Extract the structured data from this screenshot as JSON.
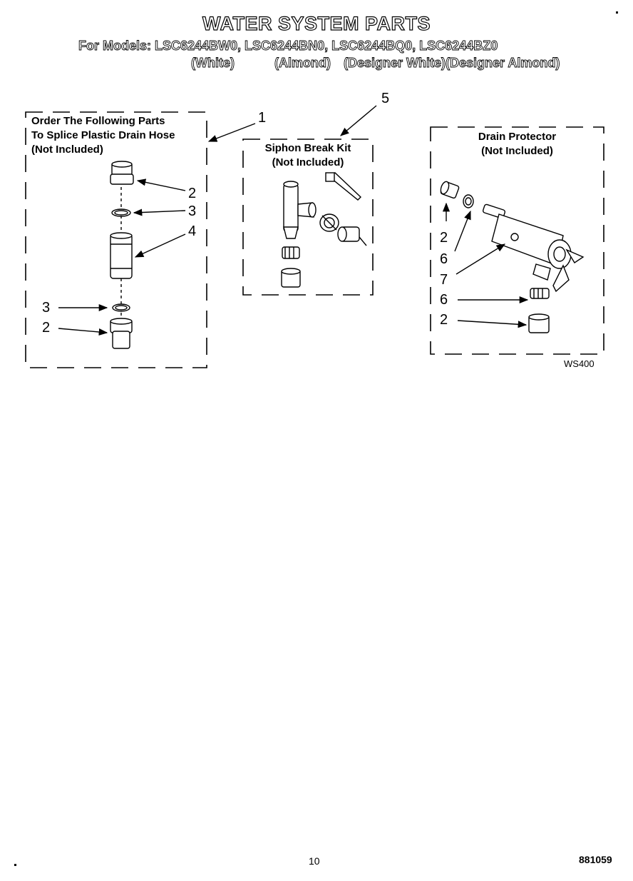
{
  "header": {
    "title": "WATER SYSTEM PARTS",
    "models_line": "For Models: LSC6244BW0, LSC6244BN0, LSC6244BQ0, LSC6244BZ0",
    "variants": [
      "(White)",
      "(Almond)",
      "(Designer White)(Designer Almond)"
    ]
  },
  "boxes": {
    "splice": {
      "line1": "Order The Following Parts",
      "line2": "To Splice Plastic Drain Hose",
      "line3": "(Not Included)"
    },
    "siphon": {
      "line1": "Siphon Break Kit",
      "line2": "(Not Included)"
    },
    "drain": {
      "line1": "Drain Protector",
      "line2": "(Not Included)"
    }
  },
  "callouts": {
    "c1": "1",
    "c5": "5",
    "left_2a": "2",
    "left_3a": "3",
    "left_4": "4",
    "left_3b": "3",
    "left_2b": "2",
    "right_2a": "2",
    "right_6a": "6",
    "right_7": "7",
    "right_6b": "6",
    "right_2b": "2"
  },
  "diagram_code": "WS400",
  "footer": {
    "page_number": "10",
    "doc_number": "881059"
  },
  "colors": {
    "ink": "#000000",
    "paper": "#ffffff"
  }
}
